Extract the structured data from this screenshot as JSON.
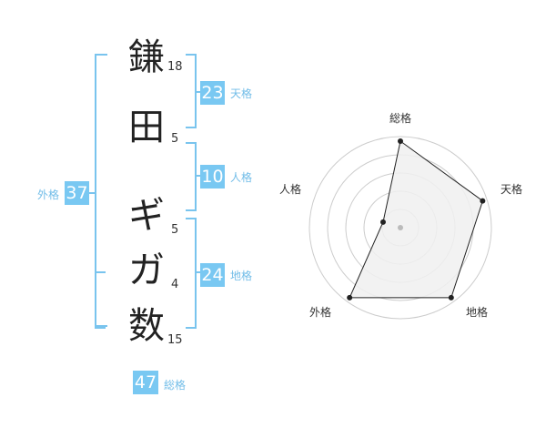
{
  "characters": [
    {
      "char": "鎌",
      "strokes": "18"
    },
    {
      "char": "田",
      "strokes": "5"
    },
    {
      "char": "ギ",
      "strokes": "5"
    },
    {
      "char": "ガ",
      "strokes": "4"
    },
    {
      "char": "数",
      "strokes": "15"
    }
  ],
  "kaku": {
    "tenkaku": {
      "value": "23",
      "label": "天格"
    },
    "jinkaku": {
      "value": "10",
      "label": "人格"
    },
    "chikaku": {
      "value": "24",
      "label": "地格"
    },
    "gaikaku": {
      "value": "37",
      "label": "外格"
    },
    "soukaku": {
      "value": "47",
      "label": "総格"
    }
  },
  "chart_data": {
    "type": "radar",
    "axes": [
      "総格",
      "天格",
      "地格",
      "外格",
      "人格"
    ],
    "values": [
      0.95,
      0.95,
      0.95,
      0.95,
      0.2
    ],
    "rings": 5,
    "colors": {
      "grid": "#cccccc",
      "fill": "#f0f0f0",
      "line": "#222222",
      "center": "#bbbbbb"
    }
  }
}
